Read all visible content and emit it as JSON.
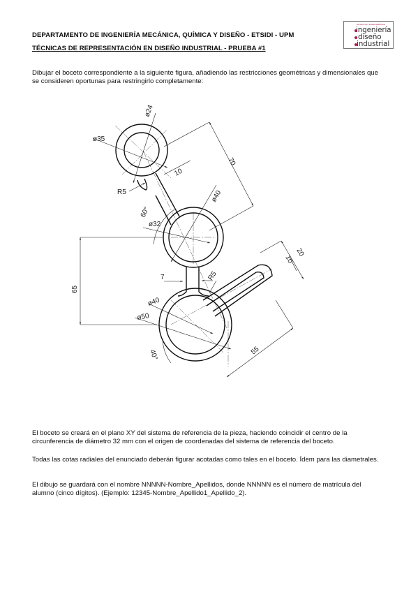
{
  "header": {
    "line1": "DEPARTAMENTO DE INGENIERÍA MECÁNICA, QUÍMICA Y DISEÑO - ETSIDI - UPM",
    "line2": "TÉCNICAS DE REPRESENTACIÓN EN DISEÑO INDUSTRIAL - PRUEBA #1"
  },
  "logo": {
    "small_text": "GRADO EN INGENIERÍA EN",
    "word1": "ingeniería",
    "word2": "diseño",
    "word3": "industrial"
  },
  "intro": "Dibujar el boceto correspondiente a la siguiente figura, añadiendo las restricciones geométricas y dimensionales que se consideren oportunas para restringirlo completamente:",
  "drawing": {
    "dims": {
      "d24": "ø24",
      "d35": "ø35",
      "r5_top": "R5",
      "ten_top": "10",
      "seventy": "70",
      "d40_top": "ø40",
      "sixty_deg": "60°",
      "d32": "ø32",
      "twenty": "20",
      "ten_right": "10",
      "seven": "7",
      "r5_mid": "R5",
      "sixtyfive": "65",
      "d40_bot": "ø40",
      "d50": "ø50",
      "forty_deg": "40°",
      "fiftyfive": "55"
    }
  },
  "paragraphs": [
    "El boceto se creará en el plano XY del sistema de referencia de la pieza, haciendo coincidir el centro de la circunferencia de diámetro 32 mm con el origen de coordenadas del sistema de referencia del boceto.",
    "Todas las cotas radiales del enunciado deberán figurar acotadas como tales en el boceto. Ídem para las diametrales.",
    "El dibujo se guardará con el nombre NNNNN-Nombre_Apellidos, donde NNNNN es el número de matrícula del alumno (cinco dígitos). (Ejemplo: 12345-Nombre_Apellido1_Apellido_2)."
  ]
}
